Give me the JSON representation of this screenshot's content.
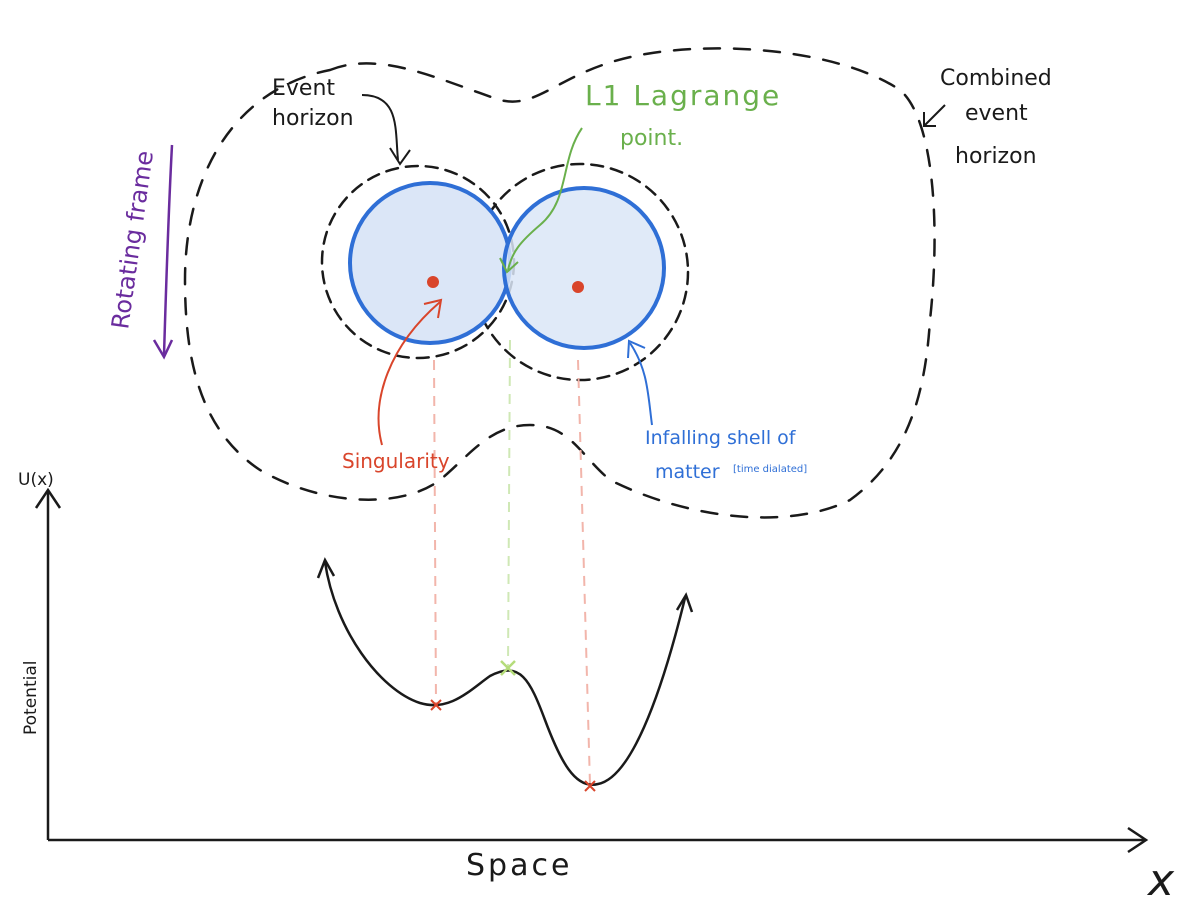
{
  "labels": {
    "event_horizon_1": "Event",
    "event_horizon_2": "horizon",
    "combined_1": "Combined",
    "combined_2": "event",
    "combined_3": "horizon",
    "l1_1": "L1 Lagrange",
    "l1_2": "point.",
    "rotating_frame": "Rotating frame",
    "singularity": "Singularity",
    "infalling_1": "Infalling shell of",
    "infalling_2": "matter",
    "infalling_note": "[time dialated]",
    "y_axis": "U(x)",
    "potential": "Potential",
    "space": "Space",
    "x_axis": "x"
  },
  "colors": {
    "ink": "#1a1a1a",
    "shell": "#2f6fd6",
    "shell_fill": "#dbe6f7",
    "singularity": "#d9452b",
    "lagrange": "#6ab04c",
    "rotation": "#6a2c9e"
  }
}
